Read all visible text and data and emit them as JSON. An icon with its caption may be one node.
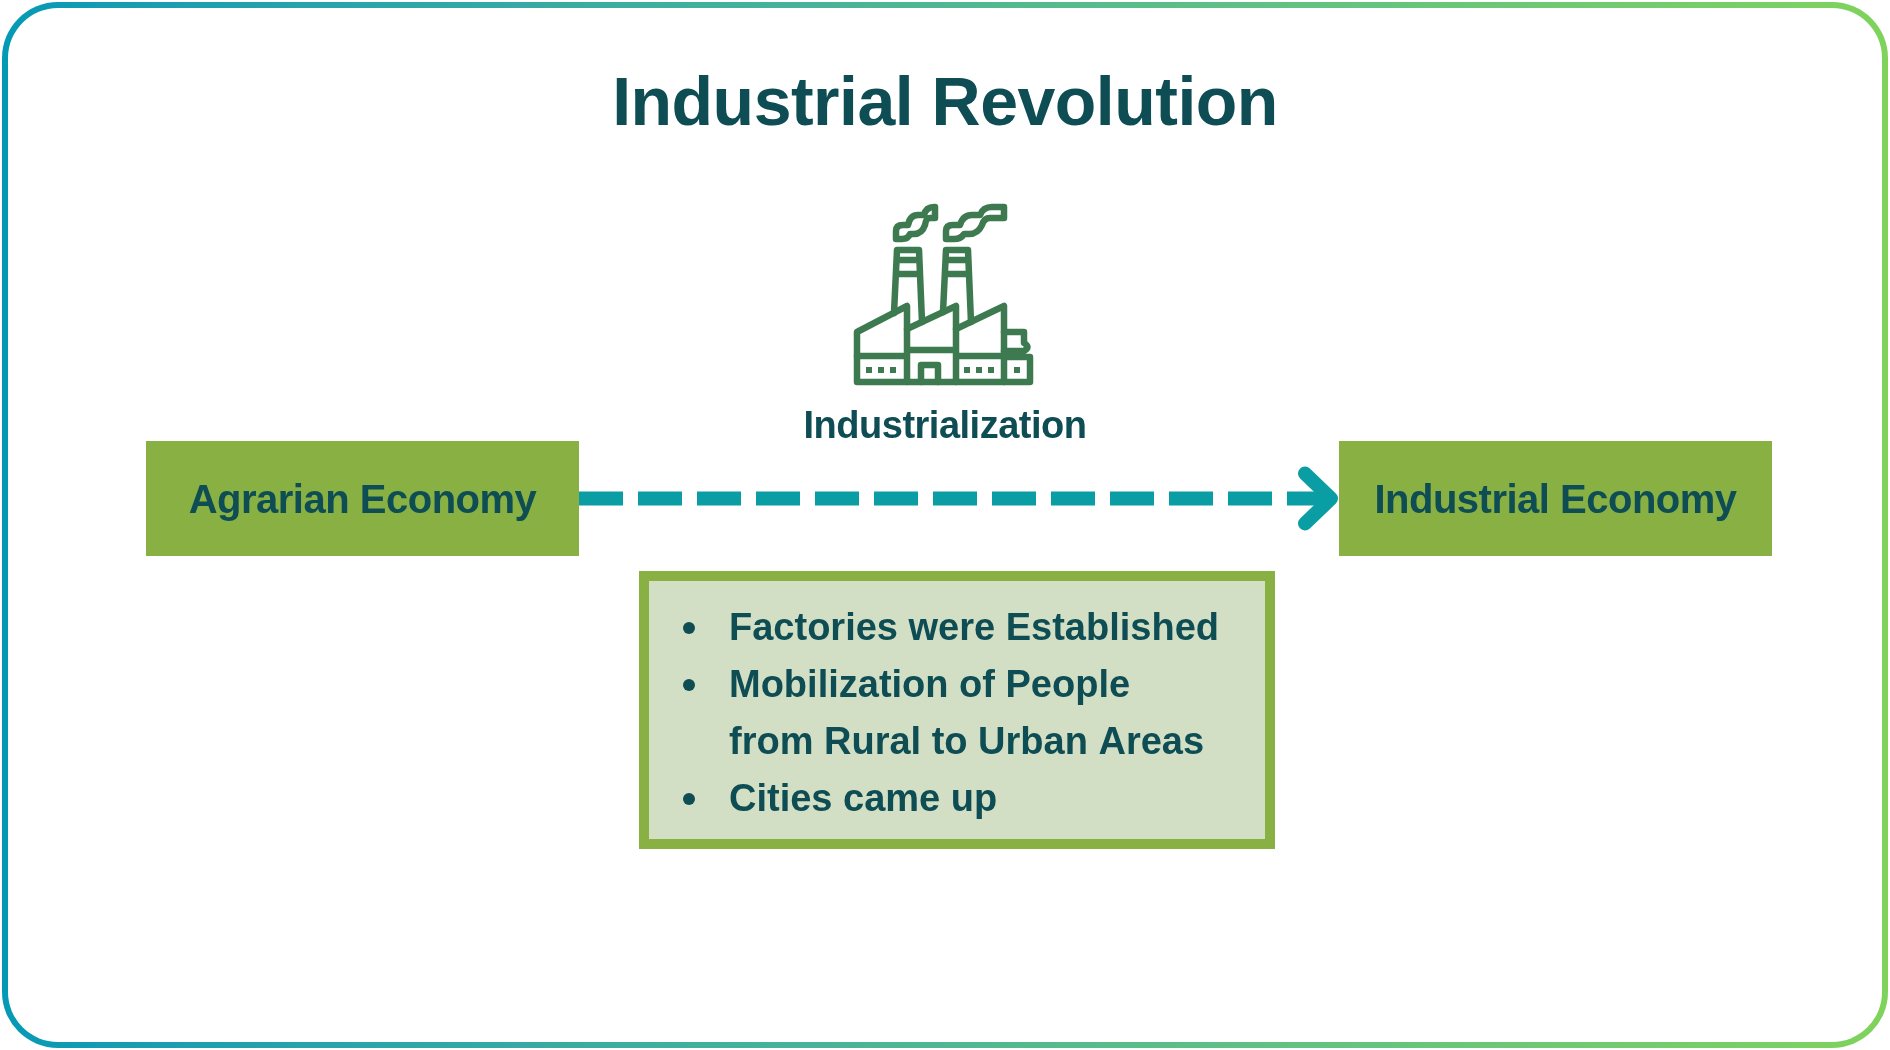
{
  "diagram": {
    "title": "Industrial Revolution",
    "nodes": [
      {
        "text": [
          "Agrarian Economy"
        ]
      },
      {
        "text": [
          "Industrial Economy"
        ]
      },
      {
        "text": [
          "Factories were Established",
          "Mobilization of People from Rural to Urban Areas",
          "Cities came up"
        ]
      }
    ],
    "edges": [
      {
        "from": 0,
        "to": 1,
        "arrow": "to",
        "label": "Industrialization",
        "style": "dashed"
      }
    ]
  }
}
